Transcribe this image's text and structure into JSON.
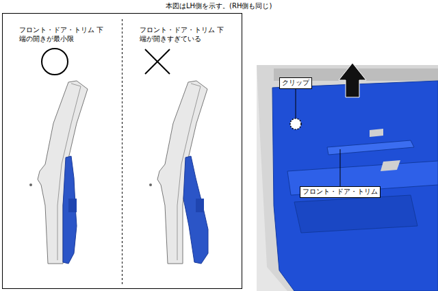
{
  "diagram": {
    "title": "本図はLH側を示す。(RH側も同じ)",
    "labels": [
      "フロント・ドア・トリム 下端の開きが最小限",
      "フロント・ドア・トリム 下端が開きすぎている",
      "クリップ",
      "フロント・ドア・トリム"
    ]
  }
}
